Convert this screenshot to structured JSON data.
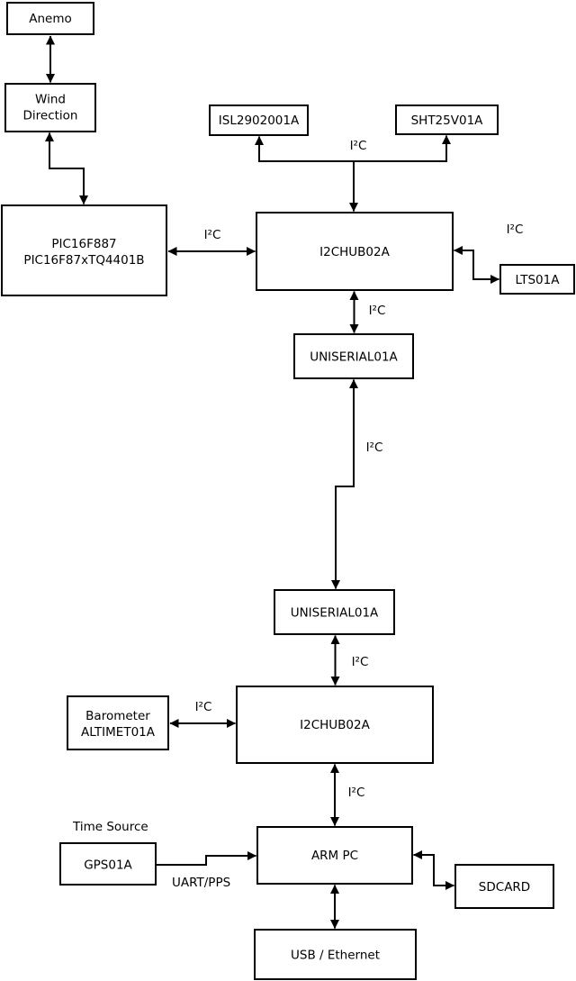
{
  "diagram": {
    "background_color": "#ffffff",
    "stroke_color": "#000000",
    "boxes": {
      "anemo": {
        "label": "Anemo"
      },
      "wind_direction": {
        "line1": "Wind",
        "line2": "Direction"
      },
      "pic_mcu": {
        "line1": "PIC16F887",
        "line2": "PIC16F87xTQ4401B"
      },
      "isl_sensor": {
        "label": "ISL2902001A"
      },
      "sht_sensor": {
        "label": "SHT25V01A"
      },
      "i2c_hub_top": {
        "label": "I2CHUB02A"
      },
      "lts_sensor": {
        "label": "LTS01A"
      },
      "uniserial_top": {
        "label": "UNISERIAL01A"
      },
      "uniserial_bottom": {
        "label": "UNISERIAL01A"
      },
      "barometer": {
        "line1": "Barometer",
        "line2": "ALTIMET01A"
      },
      "i2c_hub_bottom": {
        "label": "I2CHUB02A"
      },
      "gps": {
        "label": "GPS01A"
      },
      "arm_pc": {
        "label": "ARM PC"
      },
      "sdcard": {
        "label": "SDCARD"
      },
      "usb_ethernet": {
        "label": "USB / Ethernet"
      }
    },
    "labels": {
      "i2c": "I²C",
      "uart_pps": "UART/PPS",
      "time_source": "Time Source"
    },
    "connections": [
      {
        "from": "anemo",
        "to": "wind_direction",
        "bidirectional": true,
        "label": ""
      },
      {
        "from": "wind_direction",
        "to": "pic_mcu",
        "bidirectional": true,
        "label": ""
      },
      {
        "from": "pic_mcu",
        "to": "i2c_hub_top",
        "bidirectional": true,
        "label": "I²C"
      },
      {
        "from": "i2c_hub_top",
        "to": "isl_sensor",
        "bidirectional": false,
        "label": "I²C"
      },
      {
        "from": "i2c_hub_top",
        "to": "sht_sensor",
        "bidirectional": false,
        "label": "I²C"
      },
      {
        "from": "i2c_hub_top",
        "to": "lts_sensor",
        "bidirectional": true,
        "label": "I²C"
      },
      {
        "from": "i2c_hub_top",
        "to": "uniserial_top",
        "bidirectional": true,
        "label": "I²C"
      },
      {
        "from": "uniserial_top",
        "to": "uniserial_bottom",
        "bidirectional": true,
        "label": "I²C"
      },
      {
        "from": "uniserial_bottom",
        "to": "i2c_hub_bottom",
        "bidirectional": true,
        "label": "I²C"
      },
      {
        "from": "barometer",
        "to": "i2c_hub_bottom",
        "bidirectional": true,
        "label": "I²C"
      },
      {
        "from": "i2c_hub_bottom",
        "to": "arm_pc",
        "bidirectional": true,
        "label": "I²C"
      },
      {
        "from": "gps",
        "to": "arm_pc",
        "bidirectional": false,
        "label": "UART/PPS"
      },
      {
        "from": "arm_pc",
        "to": "sdcard",
        "bidirectional": true,
        "label": ""
      },
      {
        "from": "arm_pc",
        "to": "usb_ethernet",
        "bidirectional": true,
        "label": ""
      }
    ]
  }
}
